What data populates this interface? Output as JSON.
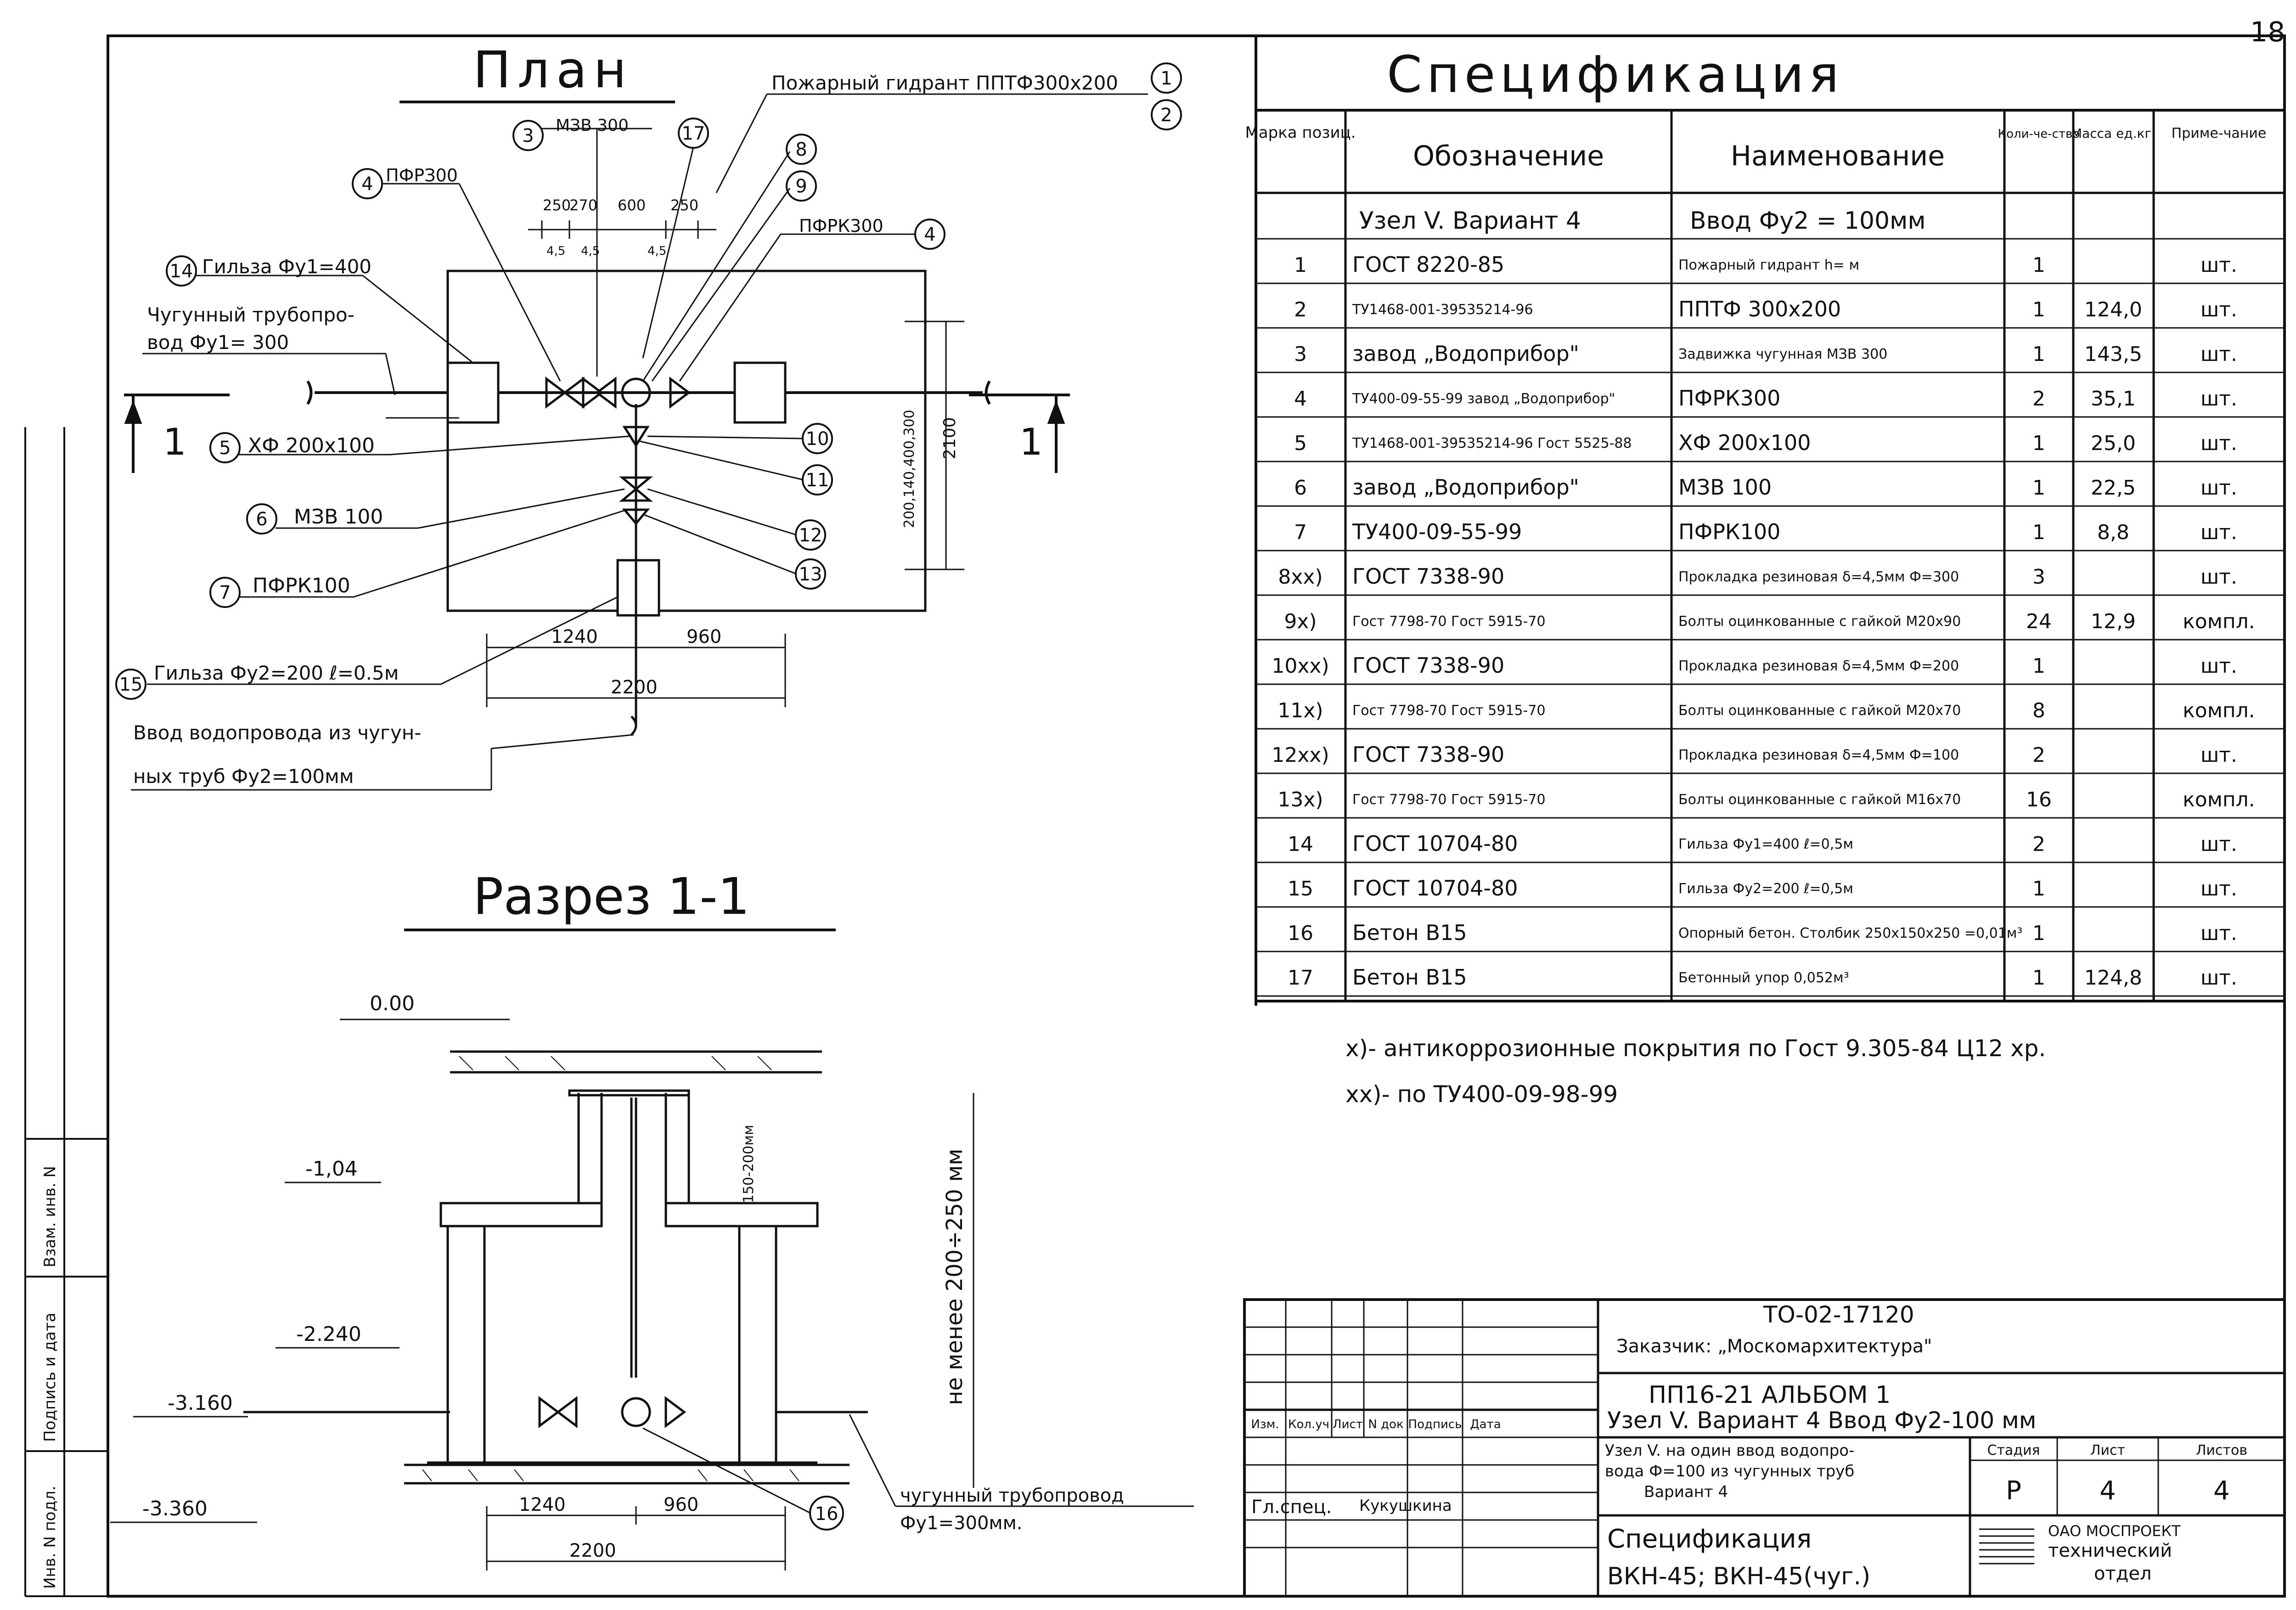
{
  "page_number": "18",
  "plan": {
    "title": "План",
    "hydrant_label": "Пожарный гидрант ППТФ300х200",
    "callout_3": "МЗВ 300",
    "callout_4": "ПФРЗ00",
    "callout_4_right": "ПФРК300",
    "callout_14": "Гильза Фу1=400",
    "pipe_label_1": "Чугунный трубопро-",
    "pipe_label_2": "вод Фу1= 300",
    "callout_5": "ХФ 200х100",
    "callout_6": "МЗВ 100",
    "callout_7": "ПФРК100",
    "callout_15": "Гильза Фу2=200 ℓ=0.5м",
    "inlet_label_1": "Ввод водопровода из чугун-",
    "inlet_label_2": "ных труб Фу2=100мм",
    "dims_top": [
      "250",
      "270",
      "600",
      "250"
    ],
    "dims_small": [
      "4,5",
      "4,5",
      "4,5"
    ],
    "dim_1240": "1240",
    "dim_960": "960",
    "dim_2200": "2200",
    "dim_vertical_2100": "2100",
    "dim_vertical_set": "200,140,400,300",
    "section_mark": "1",
    "callout_numbers": [
      "1",
      "2",
      "3",
      "4",
      "4",
      "5",
      "6",
      "7",
      "8",
      "9",
      "10",
      "11",
      "12",
      "13",
      "14",
      "15",
      "17"
    ]
  },
  "section": {
    "title": "Разрез 1-1",
    "levels": [
      "0.00",
      "-1,04",
      "-2.240",
      "-3.160",
      "-3.360"
    ],
    "dim_1240": "1240",
    "dim_960": "960",
    "dim_2200": "2200",
    "dim_150_200": "150-200мм",
    "not_less_label": "не менее 200÷250 мм",
    "pipe_label_1": "чугунный трубопровод",
    "pipe_label_2": "Фу1=300мм.",
    "callout_16": "16"
  },
  "spec": {
    "title": "Спецификация",
    "headers": [
      "Марка позиц.",
      "Обозначение",
      "Наименование",
      "Коли-че-ство",
      "Масса ед.кг.",
      "Приме-чание"
    ],
    "group_row": {
      "designation": "Узел V. Вариант 4",
      "name": "Ввод Фу2 = 100мм"
    },
    "rows": [
      [
        "1",
        "ГОСТ 8220-85",
        "Пожарный гидрант h= м",
        "1",
        "",
        "шт."
      ],
      [
        "2",
        "ТУ1468-001-39535214-96",
        "ППТФ 300х200",
        "1",
        "124,0",
        "шт."
      ],
      [
        "3",
        "завод „Водоприбор\"",
        "Задвижка чугунная МЗВ 300",
        "1",
        "143,5",
        "шт."
      ],
      [
        "4",
        "ТУ400-09-55-99 завод „Водоприбор\"",
        "ПФРК300",
        "2",
        "35,1",
        "шт."
      ],
      [
        "5",
        "ТУ1468-001-39535214-96 Гост 5525-88",
        "ХФ 200х100",
        "1",
        "25,0",
        "шт."
      ],
      [
        "6",
        "завод „Водоприбор\"",
        "МЗВ 100",
        "1",
        "22,5",
        "шт."
      ],
      [
        "7",
        "ТУ400-09-55-99",
        "ПФРК100",
        "1",
        "8,8",
        "шт."
      ],
      [
        "8xx)",
        "ГОСТ 7338-90",
        "Прокладка резиновая δ=4,5мм Ф=300",
        "3",
        "",
        "шт."
      ],
      [
        "9x)",
        "Гост 7798-70 Гост 5915-70",
        "Болты оцинкованные с гайкой М20х90",
        "24",
        "12,9",
        "компл."
      ],
      [
        "10xx)",
        "ГОСТ 7338-90",
        "Прокладка резиновая δ=4,5мм Ф=200",
        "1",
        "",
        "шт."
      ],
      [
        "11x)",
        "Гост 7798-70 Гост 5915-70",
        "Болты оцинкованные с гайкой М20х70",
        "8",
        "",
        "компл."
      ],
      [
        "12xx)",
        "ГОСТ 7338-90",
        "Прокладка резиновая δ=4,5мм Ф=100",
        "2",
        "",
        "шт."
      ],
      [
        "13x)",
        "Гост 7798-70 Гост 5915-70",
        "Болты оцинкованные с гайкой М16х70",
        "16",
        "",
        "компл."
      ],
      [
        "14",
        "ГОСТ 10704-80",
        "Гильза Фу1=400 ℓ=0,5м",
        "2",
        "",
        "шт."
      ],
      [
        "15",
        "ГОСТ 10704-80",
        "Гильза Фу2=200 ℓ=0,5м",
        "1",
        "",
        "шт."
      ],
      [
        "16",
        "Бетон В15",
        "Опорный бетон. Столбик 250х150х250 =0,01м³",
        "1",
        "",
        "шт."
      ],
      [
        "17",
        "Бетон В15",
        "Бетонный упор 0,052м³",
        "1",
        "124,8",
        "шт."
      ]
    ],
    "note_1": "х)- антикоррозионные покрытия по Гост 9.305-84 Ц12 хр.",
    "note_2": "хх)- по ТУ400-09-98-99"
  },
  "title_block": {
    "doc_code": "ТО-02-17120",
    "customer": "Заказчик: „Москомархитектура\"",
    "project_line": "ПП16-21 АЛЬБОМ 1",
    "node_line": "Узел V. Вариант 4 Ввод Фу2-100 мм",
    "desc_1": "Узел V. на один ввод водопро-",
    "desc_2": "вода Ф=100 из чугунных труб",
    "desc_3": "Вариант 4",
    "sheet_title": "Спецификация",
    "sheet_code": "ВКН-45; ВКН-45(чуг.)",
    "col_headers": [
      "Изм.",
      "Кол.уч",
      "Лист",
      "N док",
      "Подпись",
      "Дата"
    ],
    "role": "Гл.спец.",
    "person": "Кукушкина",
    "stage_headers": [
      "Стадия",
      "Лист",
      "Листов"
    ],
    "stage_values": [
      "Р",
      "4",
      "4"
    ],
    "org_1": "ОАО МОСПРОЕКТ",
    "org_2": "технический",
    "org_3": "отдел"
  },
  "left_margin": {
    "labels": [
      "Взам. инв. N",
      "Подпись и дата",
      "Инв. N подл."
    ]
  }
}
